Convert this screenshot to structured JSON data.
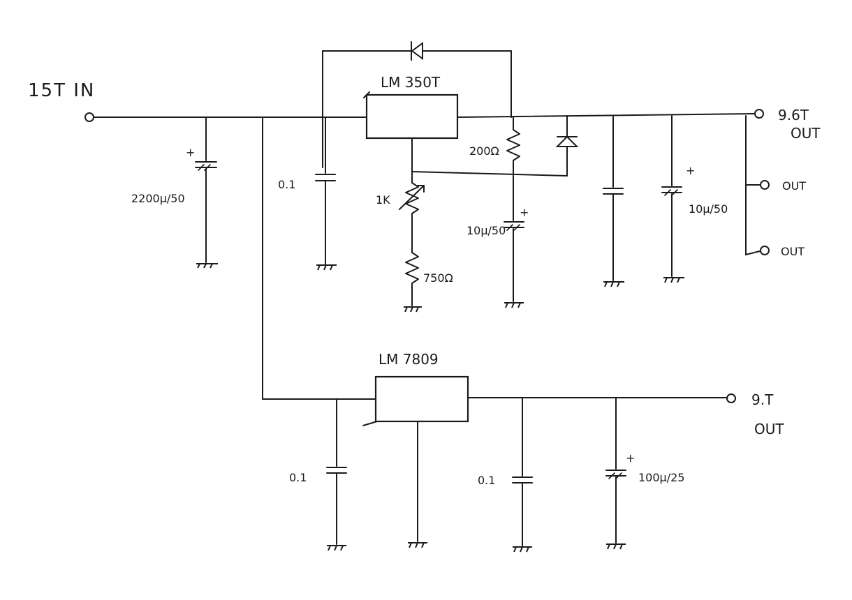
{
  "diagram": {
    "input": {
      "label": "15T IN"
    },
    "reg1": {
      "part": "LM 350T",
      "out_main": "9.6T",
      "out_main_word": "OUT",
      "out_a": "OUT",
      "out_b": "OUT"
    },
    "reg2": {
      "part": "LM 7809",
      "out_main": "9.T",
      "out_main_word": "OUT"
    },
    "components": {
      "c_input": "2200µ/50",
      "c_bypass1": "0.1",
      "pot": "1K",
      "r_bottom": "750Ω",
      "r_top": "200Ω",
      "c_adj": "10µ/50",
      "c_out1": "10µ/50",
      "c_in2": "0.1",
      "c_out2": "0.1",
      "c_out2_elec": "100µ/25"
    },
    "plus_sign": "+"
  }
}
